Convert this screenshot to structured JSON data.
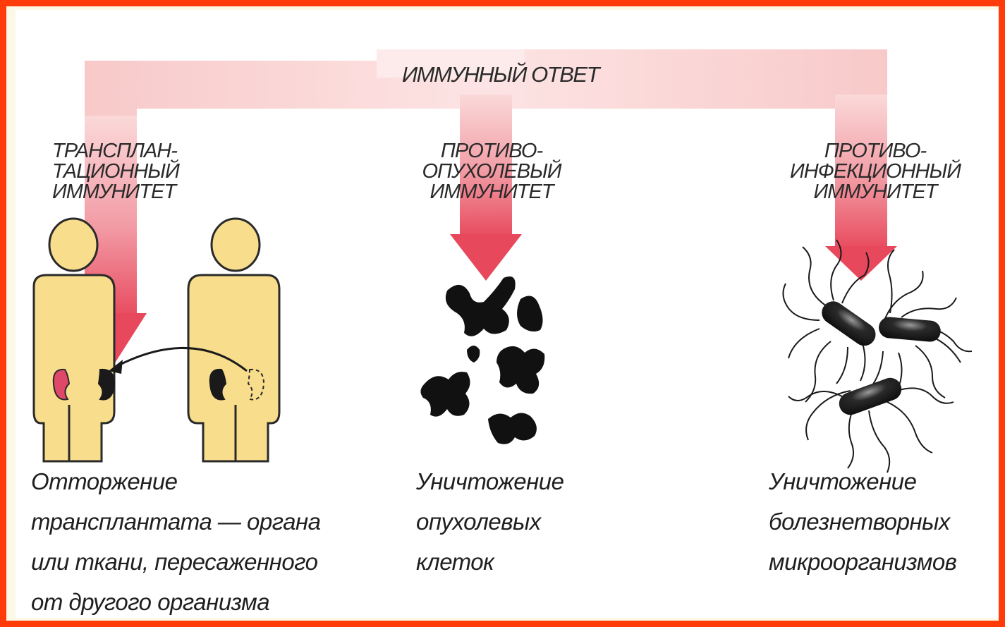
{
  "colors": {
    "frame": "#ff3b0a",
    "arrow_light": "#fbd6d6",
    "arrow_strong": "#e8485c",
    "body_fill": "#f7dd8c",
    "body_stroke": "#2a2a2a",
    "kidney_red": "#e0486a"
  },
  "top_label": "ИММУННЫЙ ОТВЕТ",
  "branches": [
    {
      "lines": [
        "ТРАНСПЛАН-",
        "ТАЦИОННЫЙ",
        "ИММУНИТЕТ"
      ],
      "caption": [
        "Отторжение",
        "трансплантата — органа",
        "или ткани, пересаженного",
        "от другого организма"
      ],
      "icon": "human-transplant-icon"
    },
    {
      "lines": [
        "ПРОТИВО-",
        "ОПУХОЛЕВЫЙ",
        "ИММУНИТЕТ"
      ],
      "caption": [
        "Уничтожение",
        "опухолевых",
        "клеток"
      ],
      "icon": "tumor-cells-icon"
    },
    {
      "lines": [
        "ПРОТИВО-",
        "ИНФЕКЦИОННЫЙ",
        "ИММУНИТЕТ"
      ],
      "caption": [
        "Уничтожение",
        "болезнетворных",
        "микроорганизмов"
      ],
      "icon": "bacteria-icon"
    }
  ]
}
